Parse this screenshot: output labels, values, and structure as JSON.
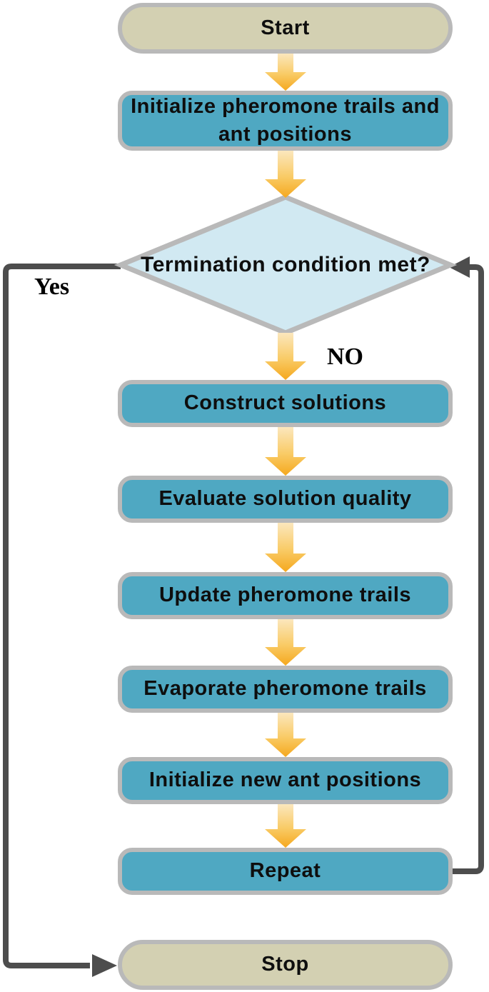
{
  "flowchart": {
    "nodes": {
      "start": {
        "type": "terminal",
        "label": "Start"
      },
      "init": {
        "type": "process",
        "label": "Initialize pheromone trails and ant positions",
        "lines": [
          "Initialize pheromone trails and",
          "ant positions"
        ]
      },
      "decision": {
        "type": "decision",
        "label": "Termination condition met?"
      },
      "construct": {
        "type": "process",
        "label": "Construct solutions"
      },
      "evaluate": {
        "type": "process",
        "label": "Evaluate solution quality"
      },
      "update": {
        "type": "process",
        "label": "Update pheromone trails"
      },
      "evaporate": {
        "type": "process",
        "label": "Evaporate pheromone trails"
      },
      "init_new": {
        "type": "process",
        "label": "Initialize new ant positions"
      },
      "repeat": {
        "type": "process",
        "label": "Repeat"
      },
      "stop": {
        "type": "terminal",
        "label": "Stop"
      }
    },
    "branch_labels": {
      "yes": "Yes",
      "no": "NO"
    },
    "colors": {
      "terminal_fill": "#d3d0b2",
      "process_fill": "#4fa8c2",
      "decision_fill": "#d1e9f2",
      "node_border": "#b9b9b9",
      "connector": "#4d4d4d",
      "arrow_top": "#fbe7bd",
      "arrow_mid": "#f9cb66",
      "arrow_bottom": "#f5a81e"
    }
  }
}
